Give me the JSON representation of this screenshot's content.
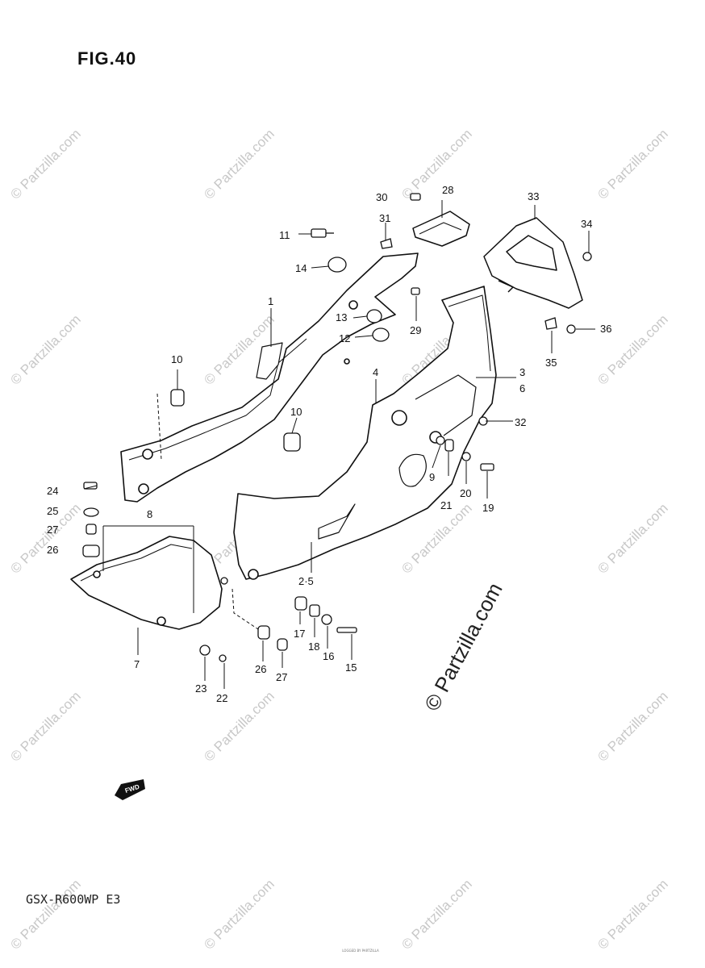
{
  "figure": {
    "title": "FIG.40",
    "model": "GSX-R600WP E3",
    "fwd_label": "FWD",
    "watermark_large": "© Partzilla.com",
    "watermark_small": "© Partzilla.com",
    "footer_note": "LOGGED BY PARTZILLA"
  },
  "callouts": [
    "1",
    "2·5",
    "3",
    "6",
    "4",
    "7",
    "8",
    "9",
    "10",
    "10",
    "11",
    "12",
    "13",
    "14",
    "15",
    "16",
    "17",
    "18",
    "19",
    "20",
    "21",
    "22",
    "23",
    "24",
    "25",
    "26",
    "26",
    "27",
    "27",
    "28",
    "29",
    "30",
    "31",
    "32",
    "33",
    "34",
    "35",
    "36"
  ]
}
